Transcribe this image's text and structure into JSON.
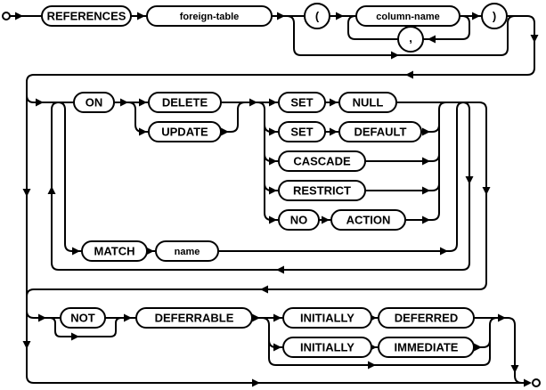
{
  "diagram": {
    "kind": "railroad-syntax-diagram",
    "colors": {
      "line": "#000000",
      "background": "#ffffff",
      "bubble_fill": "#ffffff",
      "text": "#000000"
    },
    "terminals": {
      "start": "start-terminal",
      "end": "end-terminal"
    },
    "nodes": {
      "references": "REFERENCES",
      "foreign_table": "foreign-table",
      "open_paren": "(",
      "column_name": "column-name",
      "comma": ",",
      "close_paren": ")",
      "on": "ON",
      "delete": "DELETE",
      "update": "UPDATE",
      "set_1": "SET",
      "null": "NULL",
      "set_2": "SET",
      "default": "DEFAULT",
      "cascade": "CASCADE",
      "restrict": "RESTRICT",
      "no": "NO",
      "action": "ACTION",
      "match": "MATCH",
      "name": "name",
      "not": "NOT",
      "deferrable": "DEFERRABLE",
      "initially_1": "INITIALLY",
      "deferred": "DEFERRED",
      "initially_2": "INITIALLY",
      "immediate": "IMMEDIATE"
    }
  }
}
